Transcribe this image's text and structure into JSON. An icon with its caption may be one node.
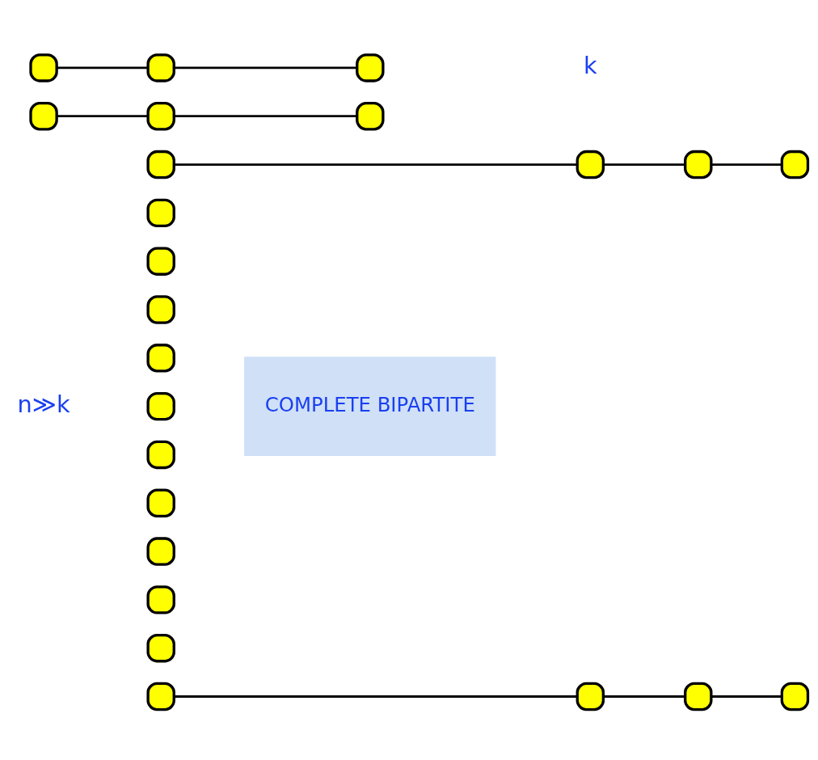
{
  "diagram": {
    "nodes": [
      {
        "text": [],
        "shape": "box"
      },
      {
        "text": [],
        "shape": "box"
      },
      {
        "text": [],
        "shape": "box"
      },
      {
        "text": [],
        "shape": "box"
      },
      {
        "text": [],
        "shape": "box"
      },
      {
        "text": [],
        "shape": "box"
      },
      {
        "text": [],
        "shape": "box"
      },
      {
        "text": [],
        "shape": "box"
      },
      {
        "text": [],
        "shape": "box"
      },
      {
        "text": [],
        "shape": "box"
      },
      {
        "text": [],
        "shape": "box"
      },
      {
        "text": [],
        "shape": "box"
      },
      {
        "text": [
          "COMPLETE BIPARTITE"
        ]
      },
      {
        "text": [],
        "shape": "box"
      },
      {
        "text": [],
        "shape": "box"
      },
      {
        "text": [],
        "shape": "box"
      },
      {
        "text": [],
        "shape": "box"
      },
      {
        "text": [],
        "shape": "box"
      },
      {
        "text": [],
        "shape": "box"
      },
      {
        "text": [],
        "shape": "box"
      },
      {
        "text": [],
        "shape": "box"
      },
      {
        "text": [],
        "shape": "box"
      },
      {
        "text": [],
        "shape": "box"
      },
      {
        "text": [],
        "shape": "box"
      },
      {
        "text": [],
        "shape": "box"
      }
    ],
    "edges": [
      {
        "from": 0,
        "to": 13,
        "arrow": "none"
      },
      {
        "from": 11,
        "to": 22,
        "arrow": "none"
      },
      {
        "from": 13,
        "to": 14,
        "arrow": "none"
      },
      {
        "from": 14,
        "to": 15,
        "arrow": "none"
      },
      {
        "from": 16,
        "to": 17,
        "arrow": "none"
      },
      {
        "from": 17,
        "to": 18,
        "arrow": "none"
      },
      {
        "from": 19,
        "to": 20,
        "arrow": "none"
      },
      {
        "from": 20,
        "to": 21,
        "arrow": "none"
      },
      {
        "from": 22,
        "to": 23,
        "arrow": "none"
      },
      {
        "from": 23,
        "to": 24,
        "arrow": "none"
      }
    ],
    "labels": [
      "n≫k",
      "k"
    ]
  }
}
